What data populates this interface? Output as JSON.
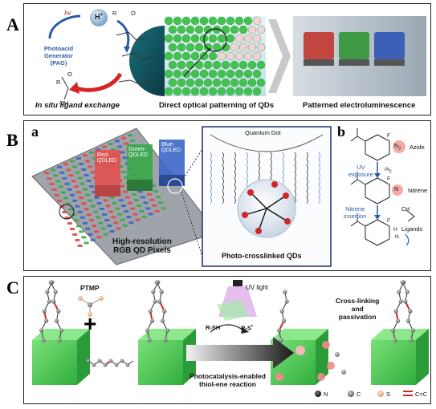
{
  "panelA": {
    "label": "A",
    "hv": "hv",
    "proton": "H",
    "proton_sup": "+",
    "pag": "Photoacid Generator (PAG)",
    "r": "R",
    "oh": "OH",
    "o": "O",
    "caption_left": "In situ ligand exchange",
    "caption_mid": "Direct optical patterning of QDs",
    "caption_right": "Patterned electroluminescence"
  },
  "panelB": {
    "label": "B",
    "sub_a": "a",
    "sub_b": "b",
    "red": "Red-\nQDLED",
    "green": "Green-\nQDLED",
    "blue": "Blue-\nQDLED",
    "pixels_caption": "High-resolution\nRGB QD Pixels",
    "qd_label": "Quantum Dot",
    "crosslinked": "Photo-crosslinked QDs",
    "azide": "Azide",
    "n3": "N",
    "n3_sub": "3",
    "uv_exposure": "UV\nexposure",
    "n2": "-N",
    "n2_sub": "2",
    "nitrene": "Nitrene",
    "nitrene_insertion": "Nitrene\ninsertion",
    "ligands": "Ligands",
    "ch": "CH",
    "f": "F",
    "h": "H",
    "n": "N"
  },
  "panelC": {
    "label": "C",
    "ptmp": "PTMP",
    "plus": "+",
    "uv_light": "UV light",
    "rsh": "R-SH",
    "rs": "R-S",
    "rs_dot": "•",
    "reaction": "Photocatalysis-enabled\nthiol-ene reaction",
    "crosslinking": "Cross-linking\nand\npassivation",
    "legend_n": "N",
    "legend_c": "C",
    "legend_s": "S",
    "legend_cc": "C=C"
  },
  "colors": {
    "qd_green": "#3fc24a",
    "red": "#e03030",
    "blue_text": "#2a5ba8",
    "frame": "#222222"
  }
}
